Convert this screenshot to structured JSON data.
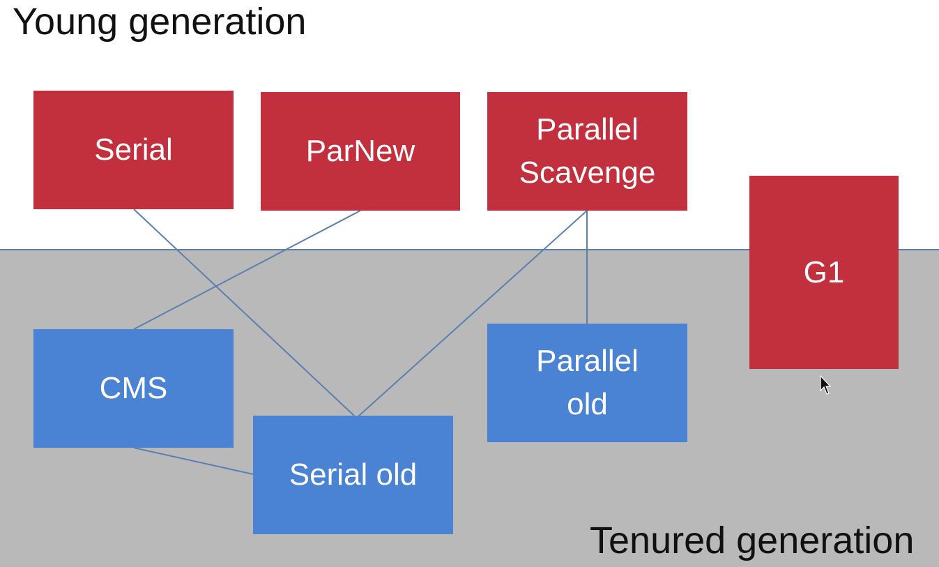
{
  "regions": {
    "young_label": "Young generation",
    "tenured_label": "Tenured generation"
  },
  "collectors": {
    "serial": {
      "lines": [
        "Serial"
      ]
    },
    "parnew": {
      "lines": [
        "ParNew"
      ]
    },
    "parallel_scavenge": {
      "lines": [
        "Parallel",
        "Scavenge"
      ]
    },
    "g1": {
      "lines": [
        "G1"
      ]
    },
    "cms": {
      "lines": [
        "CMS"
      ]
    },
    "parallel_old": {
      "lines": [
        "Parallel",
        "old"
      ]
    },
    "serial_old": {
      "lines": [
        "Serial old"
      ]
    }
  },
  "connections": [
    [
      "serial",
      "serial_old"
    ],
    [
      "parnew",
      "cms"
    ],
    [
      "parallel_scavenge",
      "serial_old"
    ],
    [
      "parallel_scavenge",
      "parallel_old"
    ],
    [
      "cms",
      "serial_old"
    ]
  ],
  "colors": {
    "young_collector": "#c22f3d",
    "old_collector": "#4a83d4",
    "connector": "#5b7fb1",
    "tenured_background": "#b9b9b9"
  }
}
